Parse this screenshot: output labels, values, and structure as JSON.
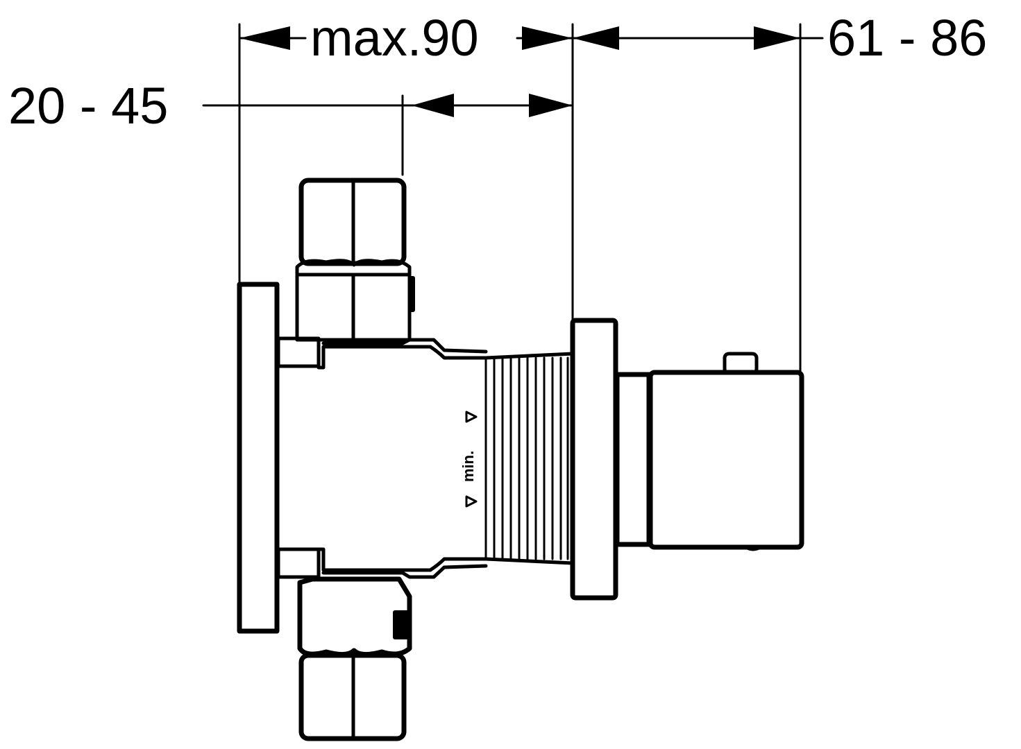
{
  "diagram": {
    "dimensions": {
      "top_left": "max.90",
      "top_right": "61 - 86",
      "left": "20 - 45"
    },
    "body_marking": "min."
  }
}
